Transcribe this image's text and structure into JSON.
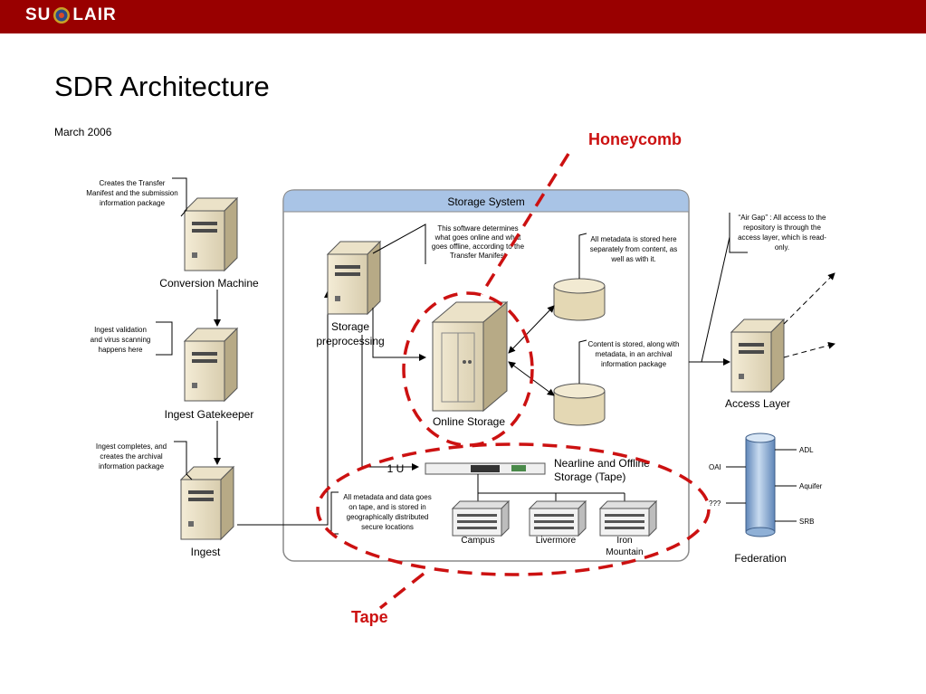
{
  "header": {
    "logo_left": "SU",
    "logo_right": "LAIR"
  },
  "page": {
    "title": "SDR Architecture",
    "date": "March 2006"
  },
  "annotations": {
    "honeycomb": "Honeycomb",
    "tape": "Tape"
  },
  "diagram": {
    "storage_system": "Storage System",
    "conversion_machine": "Conversion Machine",
    "ingest_gatekeeper": "Ingest Gatekeeper",
    "ingest": "Ingest",
    "storage_preprocessing": [
      "Storage",
      "preprocessing"
    ],
    "online_storage": "Online Storage",
    "access_layer": "Access Layer",
    "nearline": [
      "Nearline and Offline",
      "Storage (Tape)"
    ],
    "one_u": "1 U",
    "campus": "Campus",
    "livermore": "Livermore",
    "iron_mountain": [
      "Iron",
      "Mountain"
    ],
    "federation": "Federation",
    "oai": "OAI",
    "unknown": "???",
    "adl": "ADL",
    "aquifer": "Aquifer",
    "srb": "SRB",
    "note_conversion": [
      "Creates the Transfer",
      "Manifest and the submission",
      "information package"
    ],
    "note_gatekeeper": [
      "Ingest validation",
      "and virus scanning",
      "happens here"
    ],
    "note_ingest": [
      "Ingest completes, and",
      "creates the archival",
      "information package"
    ],
    "note_software": [
      "This software determines",
      "what goes online and what",
      "goes offline, according to the",
      "Transfer Manifest"
    ],
    "note_metadata": [
      "All metadata is stored here",
      "separately from content, as",
      "well as with it."
    ],
    "note_content": [
      "Content is stored, along with",
      "metadata, in an archival",
      "information package"
    ],
    "note_tape": [
      "All metadata and data goes",
      "on tape, and is stored in",
      "geographically distributed",
      "secure locations"
    ],
    "note_airgap": [
      "“Air Gap” : All access to the",
      "repository is through the",
      "access layer, which is read-",
      "only."
    ]
  },
  "colors": {
    "brand": "#990000",
    "annotation_red": "#cc1111",
    "storage_header": "#a9c4e6",
    "federation": "#8fb0d6"
  }
}
